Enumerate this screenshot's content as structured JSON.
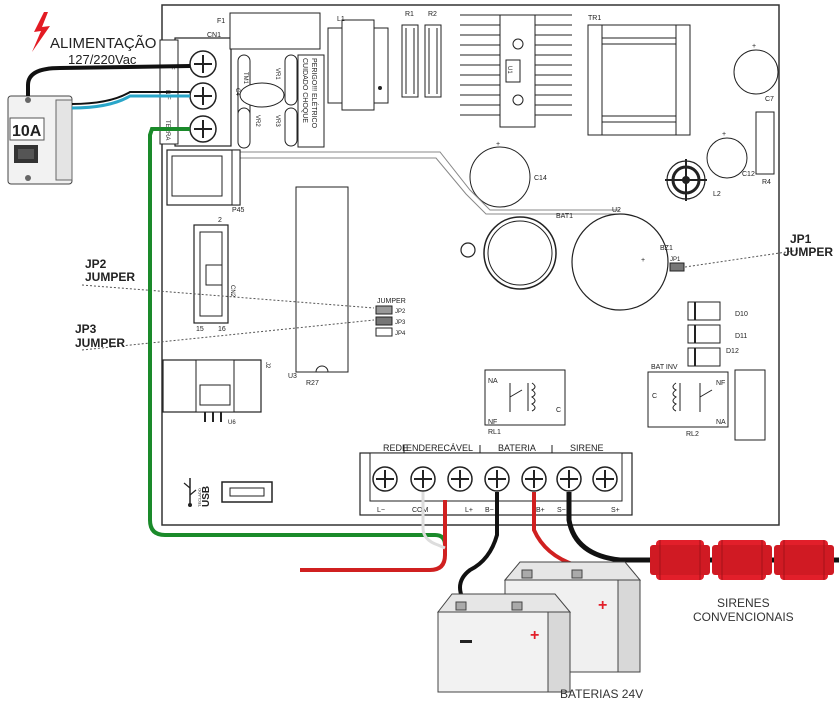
{
  "power": {
    "title": "ALIMENTAÇÃO",
    "voltage": "127/220Vac",
    "breaker": "10A"
  },
  "terminal_left": {
    "ref": "CN1",
    "labels": [
      "F",
      "N/F",
      "TERRA"
    ]
  },
  "board_refs": {
    "f1": "F1",
    "l1": "L1",
    "r1": "R1",
    "r2": "R2",
    "tr1": "TR1",
    "c7": "C7",
    "r4": "R4",
    "tm1": "TM1",
    "vr1": "VR1",
    "vr2": "VR2",
    "vr3": "VR3",
    "c4": "C4",
    "u1": "U1",
    "c14": "C14",
    "c12": "C12",
    "l2": "L2",
    "bat1": "BAT1",
    "u2": "U2",
    "bz1": "BZ1",
    "p45": "P45",
    "cn2": "CN2",
    "cn2_pin_top": "2",
    "cn2_pin_left": "15",
    "cn2_pin_right": "16",
    "u3": "U3",
    "r27": "R27",
    "j2": "J2",
    "u6": "U6",
    "d10": "D10",
    "d11": "D11",
    "d12": "D12",
    "rl1": "RL1",
    "rl2": "RL2"
  },
  "warning": {
    "line1": "CUIDADO CHOQUE",
    "line2": "PERIGO!!! ELÉTRICO"
  },
  "jumpers": {
    "block_title": "JUMPER",
    "jp2": "JP2",
    "jp3": "JP3",
    "jp4": "JP4",
    "jp1": "JP1",
    "callout_jp2": [
      "JP2",
      "JUMPER"
    ],
    "callout_jp3": [
      "JP3",
      "JUMPER"
    ],
    "callout_jp1": [
      "JP1",
      "JUMPER"
    ]
  },
  "relays": {
    "rl1": {
      "na": "NA",
      "nf": "NF",
      "c": "C"
    },
    "rl2": {
      "title": "BAT INV",
      "nf": "NF",
      "c": "C",
      "na": "NA"
    }
  },
  "usb": {
    "label": "USB",
    "sub": "TECLADO"
  },
  "terminal_bottom": {
    "groups": [
      "REDE",
      "ENDERECÁVEL",
      "BATERIA",
      "SIRENE"
    ],
    "terminals": [
      "L−",
      "COM",
      "L+",
      "B−",
      "B+",
      "S−",
      "S+"
    ]
  },
  "externals": {
    "sirens": [
      "SIRENES",
      "CONVENCIONAIS"
    ],
    "batteries": "BATERIAS 24V"
  },
  "colors": {
    "ground_wire": "#1a8a2a",
    "positive_wire": "#d02020",
    "cable": "#111111",
    "siren": "#e21f2a"
  }
}
